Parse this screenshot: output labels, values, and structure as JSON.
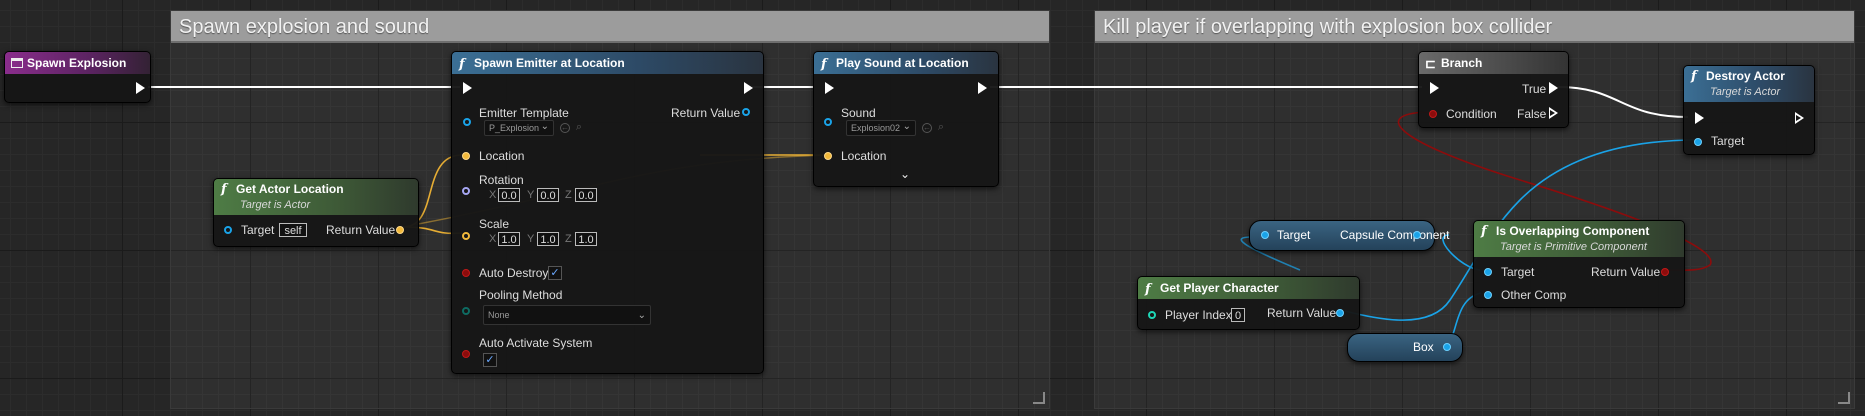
{
  "comments": {
    "spawn_title": "Spawn explosion and sound",
    "kill_title": "Kill player if overlapping with explosion box collider"
  },
  "event_node": {
    "title": "Spawn Explosion",
    "icon": "custom-event-icon",
    "color": "#8a2d8c"
  },
  "spawn_emitter": {
    "title": "Spawn Emitter at Location",
    "emitter_template_label": "Emitter Template",
    "emitter_template_value": "P_Explosion",
    "return_value_label": "Return Value",
    "location_label": "Location",
    "rotation_label": "Rotation",
    "rotation": {
      "x_label": "X",
      "x": "0.0",
      "y_label": "Y",
      "y": "0.0",
      "z_label": "Z",
      "z": "0.0"
    },
    "scale_label": "Scale",
    "scale": {
      "x_label": "X",
      "x": "1.0",
      "y_label": "Y",
      "y": "1.0",
      "z_label": "Z",
      "z": "1.0"
    },
    "auto_destroy_label": "Auto Destroy",
    "auto_destroy_checked": true,
    "pooling_method_label": "Pooling Method",
    "pooling_method_value": "None",
    "auto_activate_label": "Auto Activate System",
    "auto_activate_checked": true
  },
  "play_sound": {
    "title": "Play Sound at Location",
    "sound_label": "Sound",
    "sound_value": "Explosion02",
    "location_label": "Location"
  },
  "get_actor_location": {
    "title": "Get Actor Location",
    "subtitle": "Target is Actor",
    "target_label": "Target",
    "target_value": "self",
    "return_value_label": "Return Value"
  },
  "branch": {
    "title": "Branch",
    "condition_label": "Condition",
    "true_label": "True",
    "false_label": "False"
  },
  "destroy_actor": {
    "title": "Destroy Actor",
    "subtitle": "Target is Actor",
    "target_label": "Target"
  },
  "capsule_var": {
    "target_label": "Target",
    "output_label": "Capsule Component"
  },
  "get_player_character": {
    "title": "Get Player Character",
    "player_index_label": "Player Index",
    "player_index_value": "0",
    "return_value_label": "Return Value"
  },
  "is_overlapping": {
    "title": "Is Overlapping Component",
    "subtitle": "Target is Primitive Component",
    "target_label": "Target",
    "other_comp_label": "Other Comp",
    "return_value_label": "Return Value"
  },
  "box_var": {
    "label": "Box"
  },
  "colors": {
    "exec": "#ffffff",
    "object": "#1aa3e8",
    "vector": "#f2b93b",
    "bool": "#8c0c0c",
    "function_header": "#3b6f95",
    "pure_header": "#4e7c45"
  }
}
